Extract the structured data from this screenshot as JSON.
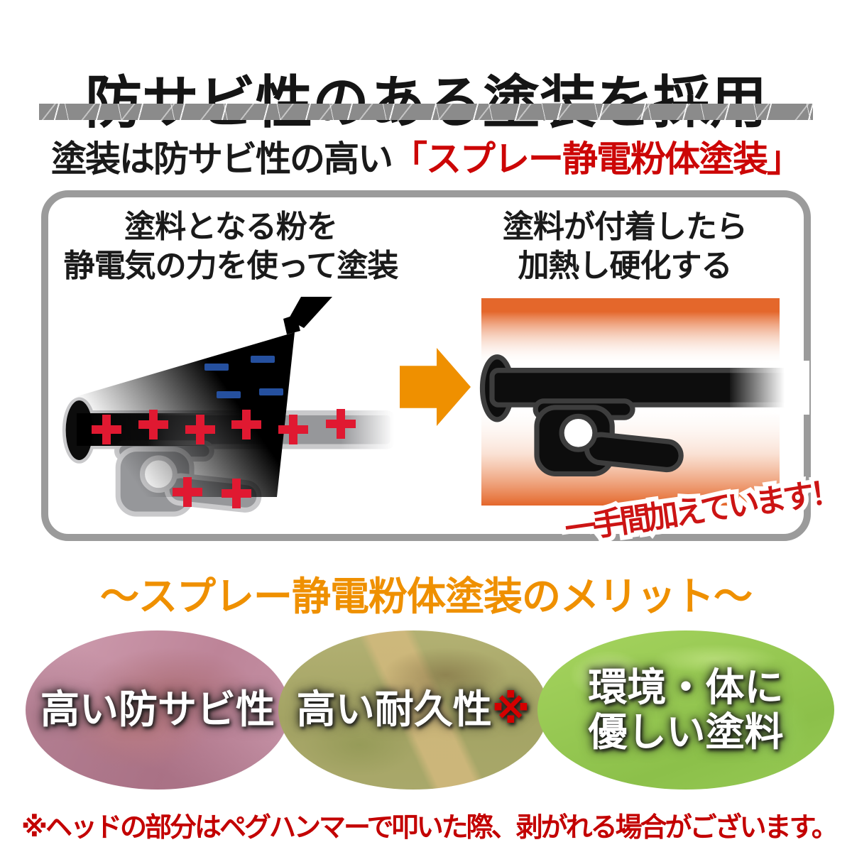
{
  "title": "防サビ性のある塗装を採用",
  "subtitle": {
    "plain": "塗装は防サビ性の高い",
    "highlight": "「スプレー静電粉体塗装」"
  },
  "process": {
    "spray_step": {
      "line1": "塗料となる粉を",
      "line2": "静電気の力を使って塗装"
    },
    "heat_step": {
      "line1": "塗料が付着したら",
      "line2": "加熱し硬化する"
    },
    "note": "一手間加えています！"
  },
  "merits": {
    "heading": "～スプレー静電粉体塗装のメリット～",
    "items": [
      {
        "line1": "高い防サビ性",
        "line2": "",
        "mark": ""
      },
      {
        "line1": "高い耐久性",
        "line2": "",
        "mark": "※"
      },
      {
        "line1": "環境・体に",
        "line2": "優しい塗料",
        "mark": ""
      }
    ]
  },
  "footnote": "※ヘッドの部分はペグハンマーで叩いた際、剥がれる場合がございます。",
  "icons": {
    "arrow": "right-arrow",
    "spray": "spray-nozzle",
    "charges_negative": "minus-charge",
    "charges_positive": "plus-charge"
  },
  "colors": {
    "accent_red": "#cc0606",
    "note_red": "#cc1414",
    "footnote_red": "#c30000",
    "accent_orange": "#ef9000",
    "heat_orange": "#e4672b",
    "minus_blue": "#25509f",
    "plus_red": "#e01931",
    "peg_gray": "#96979a",
    "peg_outline_light": "#c9c9cb",
    "peg_black": "#0d0d0d",
    "peg_outline_dark": "#3d3d3d",
    "box_border_gray": "#9b9b9b",
    "divider_gray": "#8b8b8b"
  }
}
